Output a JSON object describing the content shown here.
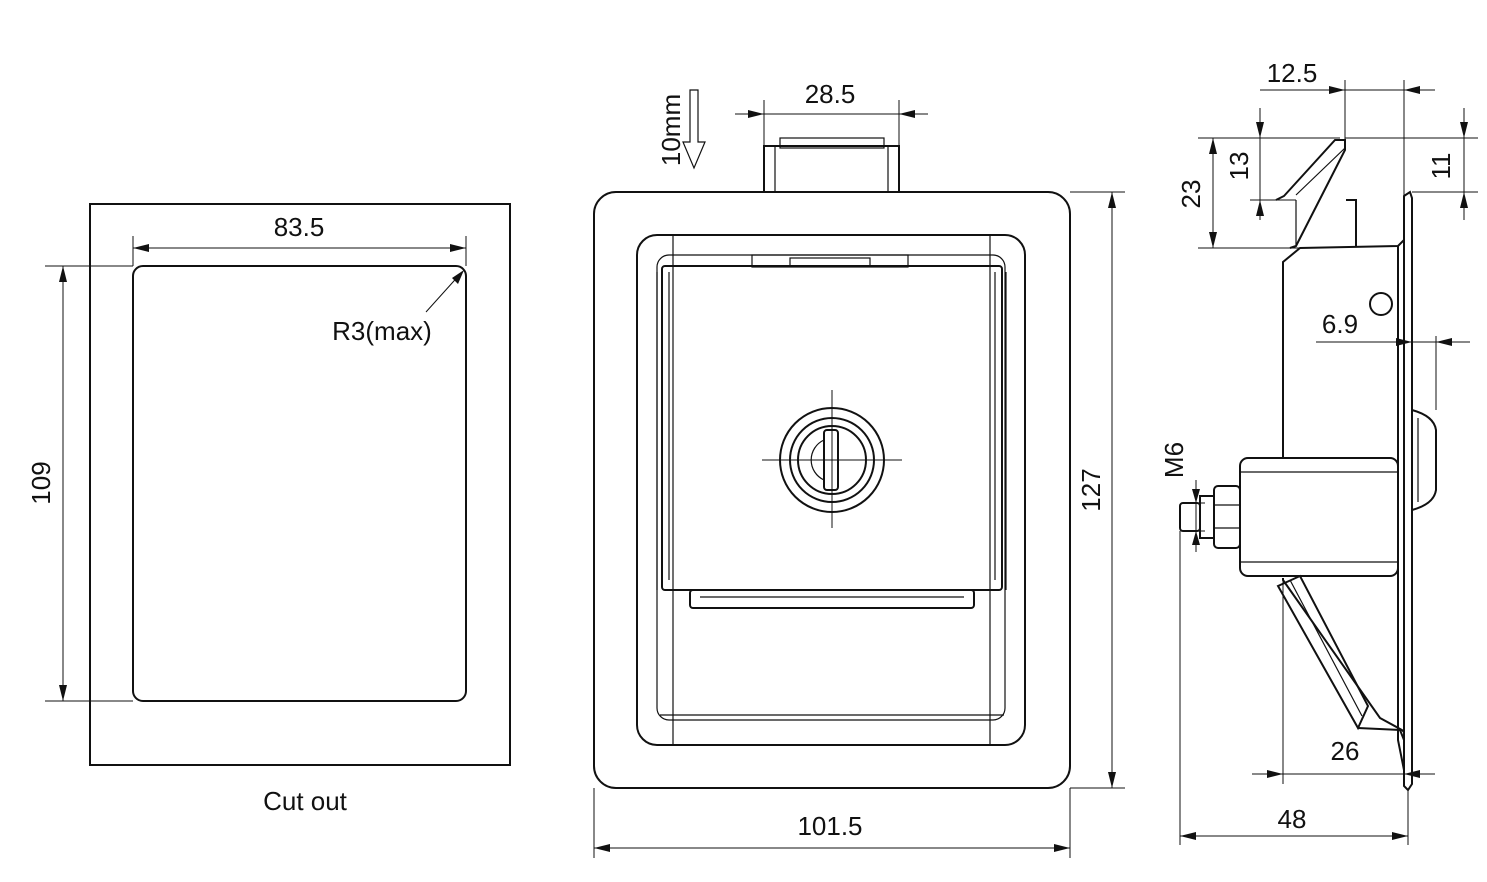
{
  "labels": {
    "cutout_width": "83.5",
    "cutout_height": "109",
    "cutout_radius": "R3(max)",
    "cutout_caption": "Cut out",
    "front_top_width": "28.5",
    "front_travel": "10mm",
    "front_height": "127",
    "front_width": "101.5",
    "side_top_offset": "12.5",
    "side_height_23": "23",
    "side_height_13": "13",
    "side_height_11": "11",
    "side_gap": "6.9",
    "side_thread": "M6",
    "side_depth_26": "26",
    "side_depth_48": "48"
  },
  "colors": {
    "line": "#111111",
    "background": "#ffffff"
  }
}
